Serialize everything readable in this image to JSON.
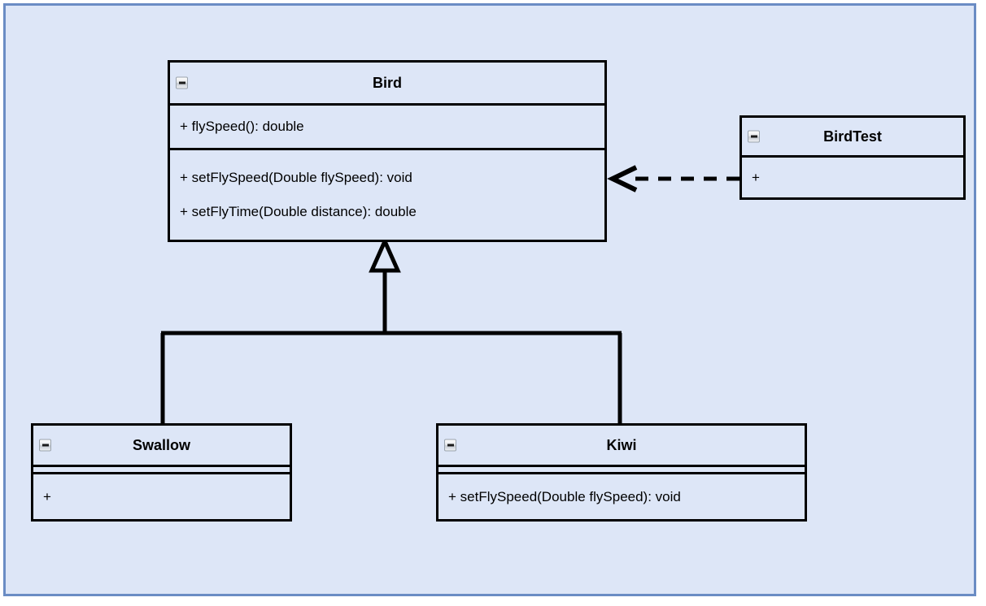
{
  "diagram": {
    "type": "uml-class-diagram",
    "background_color": "#dde6f7",
    "frame_border_color": "#6a8cc4",
    "line_color": "#000000",
    "classes": [
      {
        "id": "bird",
        "name": "Bird",
        "icon": "collapse-minus-icon",
        "compartments": [
          {
            "members": [
              "+ flySpeed(): double"
            ]
          },
          {
            "members": [
              "+ setFlySpeed(Double flySpeed): void",
              "+ setFlyTime(Double distance): double"
            ]
          }
        ]
      },
      {
        "id": "birdtest",
        "name": "BirdTest",
        "icon": "collapse-minus-icon",
        "compartments": [
          {
            "members": [
              "+"
            ]
          }
        ]
      },
      {
        "id": "swallow",
        "name": "Swallow",
        "icon": "collapse-minus-icon",
        "compartments": [
          {
            "members": []
          },
          {
            "members": [
              "+"
            ]
          }
        ]
      },
      {
        "id": "kiwi",
        "name": "Kiwi",
        "icon": "collapse-minus-icon",
        "compartments": [
          {
            "members": []
          },
          {
            "members": [
              "+ setFlySpeed(Double flySpeed): void"
            ]
          }
        ]
      }
    ],
    "relationships": [
      {
        "id": "swallow-extends-bird",
        "type": "generalization",
        "from": "Swallow",
        "to": "Bird",
        "style": "solid",
        "arrow": "hollow-triangle"
      },
      {
        "id": "kiwi-extends-bird",
        "type": "generalization",
        "from": "Kiwi",
        "to": "Bird",
        "style": "solid",
        "arrow": "hollow-triangle"
      },
      {
        "id": "birdtest-depends-bird",
        "type": "dependency",
        "from": "BirdTest",
        "to": "Bird",
        "style": "dashed",
        "arrow": "open-arrow"
      }
    ]
  }
}
